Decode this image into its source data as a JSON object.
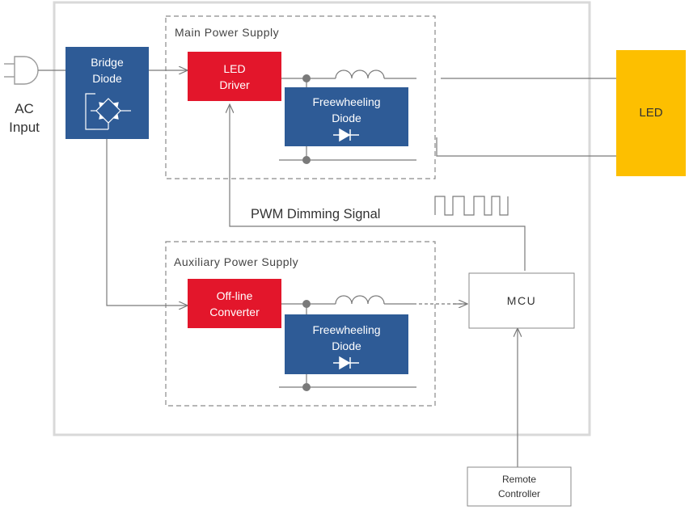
{
  "input": {
    "label": "AC\nInput"
  },
  "bridge": {
    "label": "Bridge\nDiode"
  },
  "main_supply": {
    "title": "Main Power Supply",
    "driver_label": "LED\nDriver",
    "diode_label": "Freewheeling\nDiode"
  },
  "aux_supply": {
    "title": "Auxiliary Power Supply",
    "converter_label": "Off-line\nConverter",
    "diode_label": "Freewheeling\nDiode"
  },
  "led": {
    "label": "LED"
  },
  "pwm": {
    "label": "PWM Dimming Signal"
  },
  "mcu": {
    "label": "MCU"
  },
  "remote": {
    "label": "Remote\nController"
  },
  "colors": {
    "red": "#e3162b",
    "blue": "#2e5b96",
    "yellow": "#fdbf00",
    "line": "#7a7a7a",
    "frame": "#d9d9d9"
  }
}
